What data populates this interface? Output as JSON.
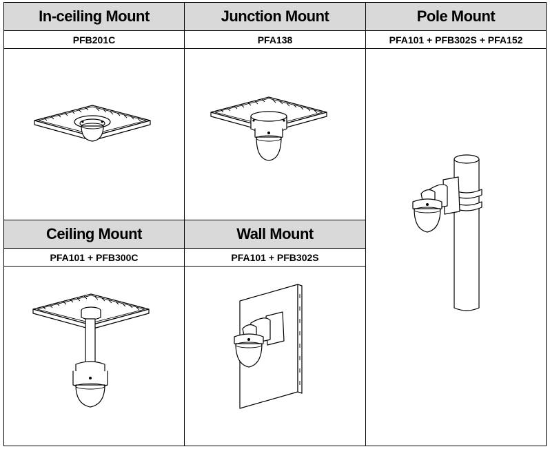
{
  "mounts": {
    "in_ceiling": {
      "title": "In-ceiling Mount",
      "model": "PFB201C"
    },
    "junction": {
      "title": "Junction Mount",
      "model": "PFA138"
    },
    "pole": {
      "title": "Pole Mount",
      "model": "PFA101 + PFB302S + PFA152"
    },
    "ceiling": {
      "title": "Ceiling Mount",
      "model": "PFA101 + PFB300C"
    },
    "wall": {
      "title": "Wall Mount",
      "model": "PFA101 + PFB302S"
    }
  },
  "colors": {
    "header_bg": "#d9d9d9",
    "border": "#000000",
    "background": "#ffffff"
  },
  "illustrations": [
    "in-ceiling-mount-illustration",
    "junction-mount-illustration",
    "pole-mount-illustration",
    "ceiling-mount-illustration",
    "wall-mount-illustration"
  ]
}
